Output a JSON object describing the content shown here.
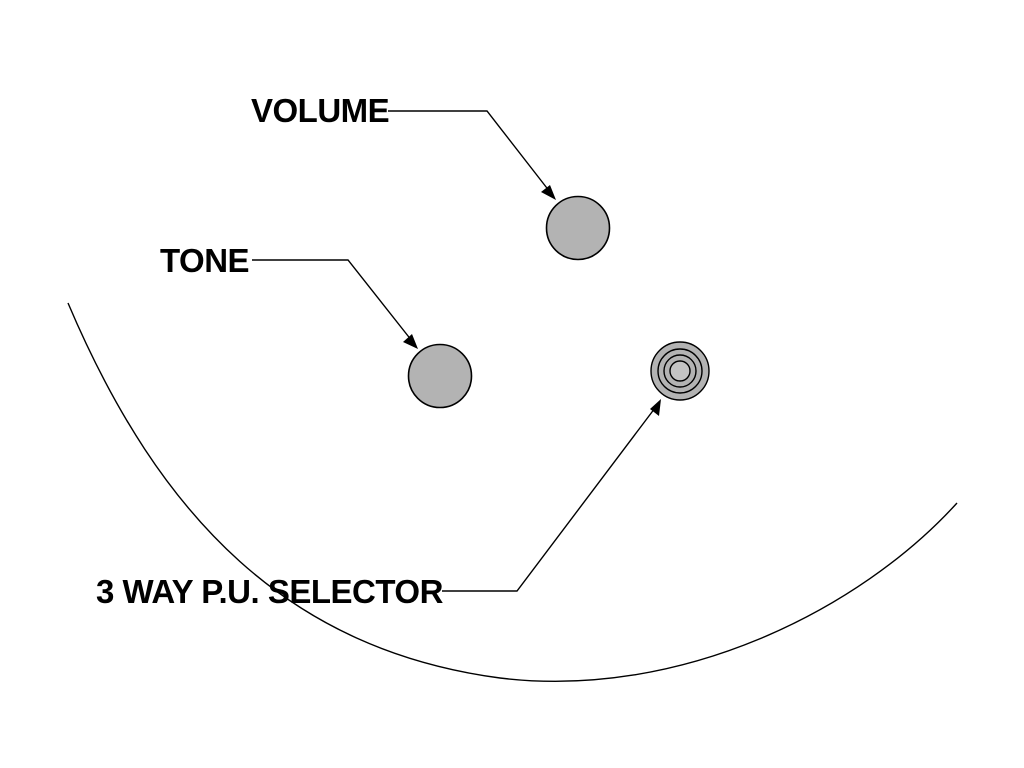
{
  "diagram": {
    "labels": {
      "volume": "VOLUME",
      "tone": "TONE",
      "selector": "3 WAY P.U. SELECTOR"
    },
    "colors": {
      "knob_fill": "#b3b3b3",
      "line": "#000000",
      "background": "#ffffff"
    },
    "components": [
      {
        "id": "volume-knob",
        "icon": "round-knob"
      },
      {
        "id": "tone-knob",
        "icon": "round-knob"
      },
      {
        "id": "pickup-selector",
        "icon": "concentric-toggle-switch"
      }
    ]
  }
}
